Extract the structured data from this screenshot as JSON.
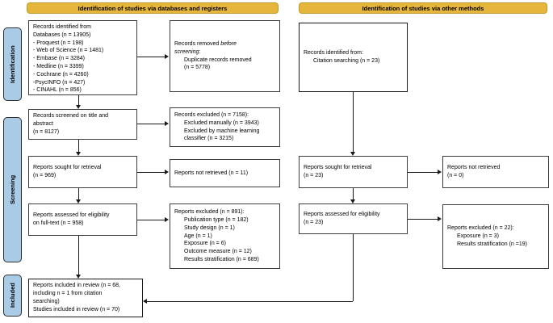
{
  "banners": {
    "databases": "Identification of studies via databases and registers",
    "other_methods": "Identification of studies via other methods"
  },
  "stages": [
    "Identification",
    "Screening",
    "Included"
  ],
  "colors": {
    "banner_fill": "#e6b63c",
    "banner_border": "#bf9a28",
    "stage_fill": "#a9cbe6",
    "box_border": "#3d3d3d",
    "arrow_line": "#1a1a1a"
  },
  "boxes": {
    "db_identified": {
      "lines": [
        "Records identified from",
        "Databases (n = 13905)",
        "- Proquest (n = 198)",
        "- Web of Science (n = 1481)",
        "- Embase (n = 3284)",
        "- Medline (n = 3399)",
        "- Cochrane (n = 4260)",
        "-PsycINFO (n = 427)",
        "- CINAHL (n = 856)"
      ]
    },
    "removed_before_screening": {
      "prefix": "Records removed ",
      "italic1": "before",
      "italic2": "screening",
      "colon": ":",
      "items": [
        "Duplicate records removed",
        "(n = 5778)"
      ]
    },
    "screened": {
      "lines": [
        "Records screened on title and",
        "abstract",
        "(n = 8127)"
      ]
    },
    "records_excluded": {
      "head": "Records excluded (n = 7158):",
      "items": [
        "Excluded manually (n = 3943)",
        "Excluded by machine learning",
        "classifier (n = 3215)"
      ]
    },
    "sought_db": {
      "lines": [
        "Reports sought for retrieval",
        "(n = 969)"
      ]
    },
    "not_retrieved_db": {
      "lines": [
        "Reports not retrieved (n = 11)"
      ]
    },
    "assessed_db": {
      "lines": [
        "Reports assessed for eligibility",
        "on full-text (n = 958)"
      ]
    },
    "reports_excluded_db": {
      "head": "Reports excluded (n = 891):",
      "items": [
        "Publication type (n = 182)",
        "Study design (n = 1)",
        "Age (n = 1)",
        "Exposure (n = 6)",
        "Outcome measure (n = 12)",
        "Results stratification (n = 689)"
      ]
    },
    "included_review": {
      "lines": [
        "Reports included in review (n = 68,",
        "including n = 1 from citation",
        "searching)",
        "Studies included in review (n = 70)"
      ]
    },
    "citation_identified": {
      "head": "Records identified from:",
      "items": [
        "Citation searching (n = 23)"
      ]
    },
    "sought_other": {
      "lines": [
        "Reports sought for retrieval",
        "(n = 23)"
      ]
    },
    "not_retrieved_other": {
      "lines": [
        "Reports not retrieved",
        "(n = 0)"
      ]
    },
    "assessed_other": {
      "lines": [
        "Reports assessed for eligibility",
        "(n = 23)"
      ]
    },
    "reports_excluded_other": {
      "head": "Reports excluded (n = 22):",
      "items": [
        "Exposure (n = 3)",
        "Results stratification (n =19)"
      ]
    }
  }
}
